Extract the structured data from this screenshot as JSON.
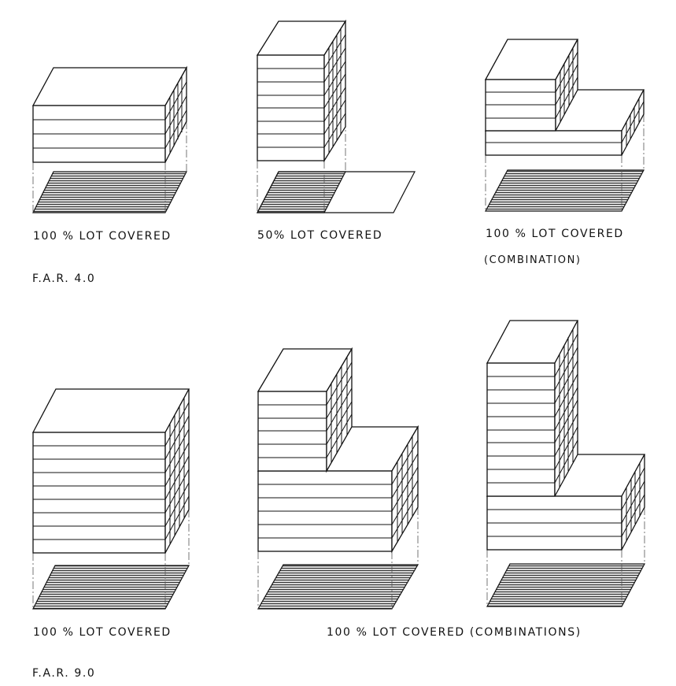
{
  "labels": {
    "top_left": "100 % LOT COVERED",
    "top_middle": "50% LOT COVERED",
    "top_right": "100 % LOT COVERED",
    "top_right_sub": "(COMBINATION)",
    "far_top": "F.A.R. 4.0",
    "bottom_left": "100 % LOT COVERED",
    "bottom_combined": "100 % LOT COVERED (COMBINATIONS)",
    "far_bottom": "F.A.R. 9.0"
  },
  "colors": {
    "stroke": "#111111",
    "hatch": "#333333",
    "fill": "#ffffff"
  }
}
